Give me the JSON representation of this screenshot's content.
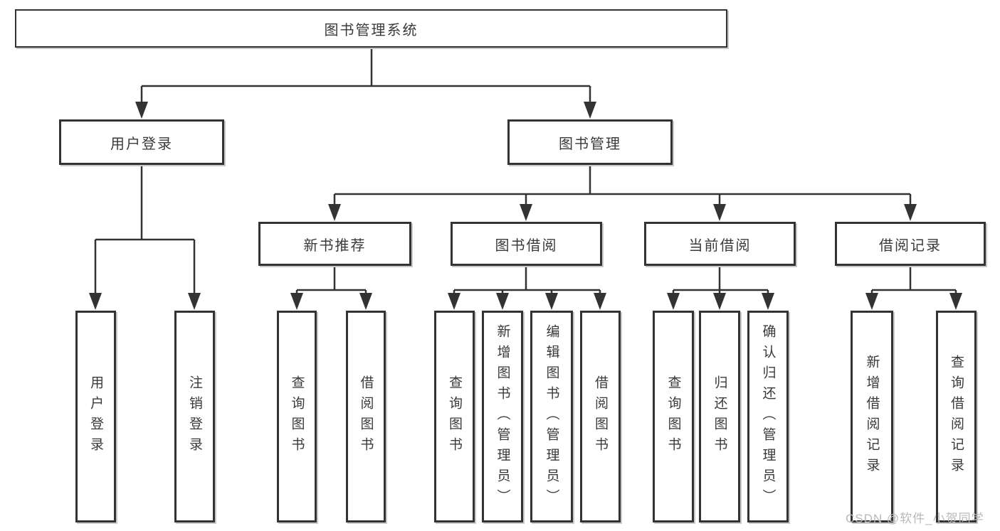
{
  "diagram": {
    "root": "图书管理系统",
    "level2": [
      "用户登录",
      "图书管理"
    ],
    "level3": [
      "新书推荐",
      "图书借阅",
      "当前借阅",
      "借阅记录"
    ],
    "leaves": {
      "user_login": [
        "用户登录",
        "注销登录"
      ],
      "new_book_recommend": [
        "查询图书",
        "借阅图书"
      ],
      "book_borrow": [
        "查询图书",
        "新增图书（管理员）",
        "编辑图书（管理员）",
        "借阅图书"
      ],
      "current_borrow": [
        "查询图书",
        "归还图书",
        "确认归还（管理员）"
      ],
      "borrow_record": [
        "新增借阅记录",
        "查询借阅记录"
      ]
    },
    "colors": {
      "line": "#333333",
      "text": "#3a3a3a",
      "background": "#ffffff",
      "watermark": "#b9b9b9"
    }
  },
  "watermark": "CSDN @软件_小贺同学"
}
